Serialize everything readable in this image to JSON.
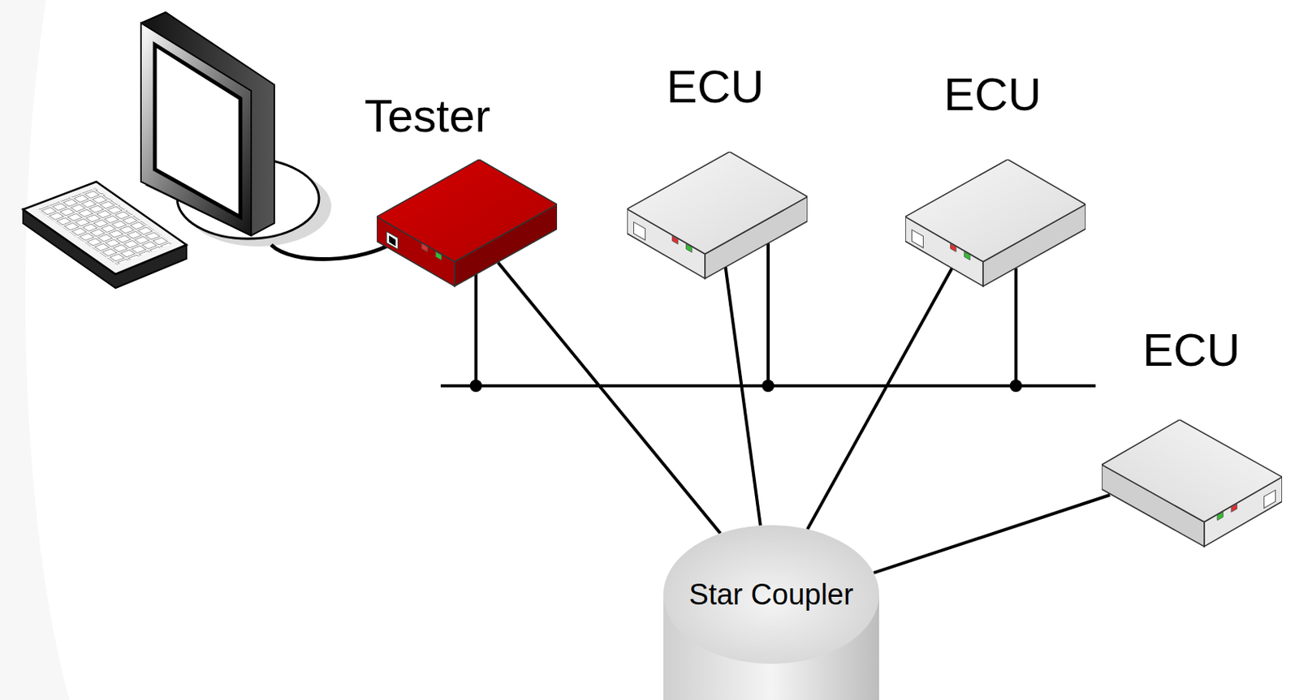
{
  "diagram": {
    "nodes": [
      {
        "text": [
          "Tester"
        ]
      },
      {
        "text": [
          "ECU"
        ]
      },
      {
        "text": [
          "ECU"
        ]
      },
      {
        "text": [
          "ECU"
        ]
      },
      {
        "text": [
          "Star Coupler"
        ]
      }
    ],
    "edges": [
      {
        "from": 0,
        "to": 1,
        "arrow": "none"
      },
      {
        "from": 1,
        "to": 2,
        "arrow": "none"
      },
      {
        "from": 0,
        "to": 4,
        "arrow": "none"
      },
      {
        "from": 1,
        "to": 4,
        "arrow": "none"
      },
      {
        "from": 2,
        "to": 4,
        "arrow": "none"
      },
      {
        "from": 3,
        "to": 4,
        "arrow": "none"
      }
    ]
  }
}
